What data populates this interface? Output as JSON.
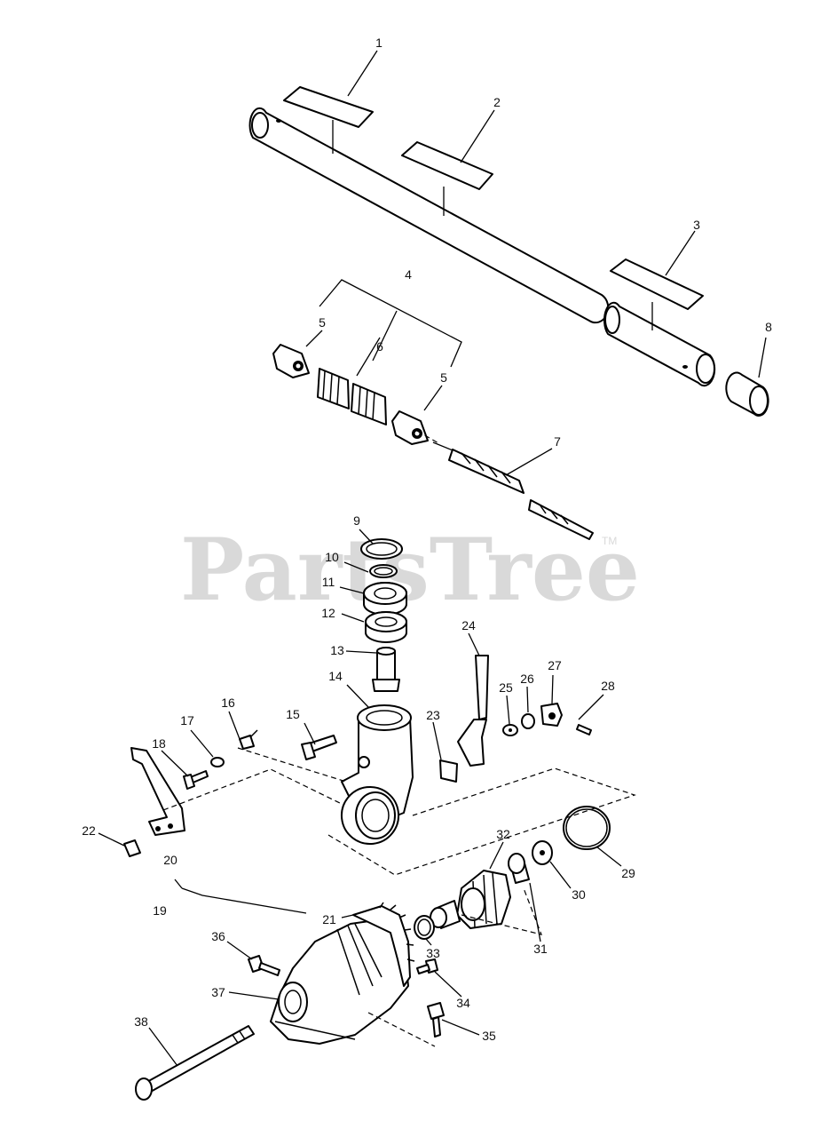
{
  "watermark": {
    "text": "PartsTree",
    "trademark": "TM"
  },
  "callouts": [
    "1",
    "2",
    "3",
    "4",
    "5",
    "6",
    "5",
    "7",
    "8",
    "9",
    "10",
    "11",
    "12",
    "13",
    "14",
    "15",
    "16",
    "17",
    "18",
    "22",
    "20",
    "19",
    "21",
    "23",
    "24",
    "25",
    "26",
    "27",
    "28",
    "29",
    "30",
    "31",
    "32",
    "33",
    "34",
    "35",
    "36",
    "37",
    "38"
  ]
}
